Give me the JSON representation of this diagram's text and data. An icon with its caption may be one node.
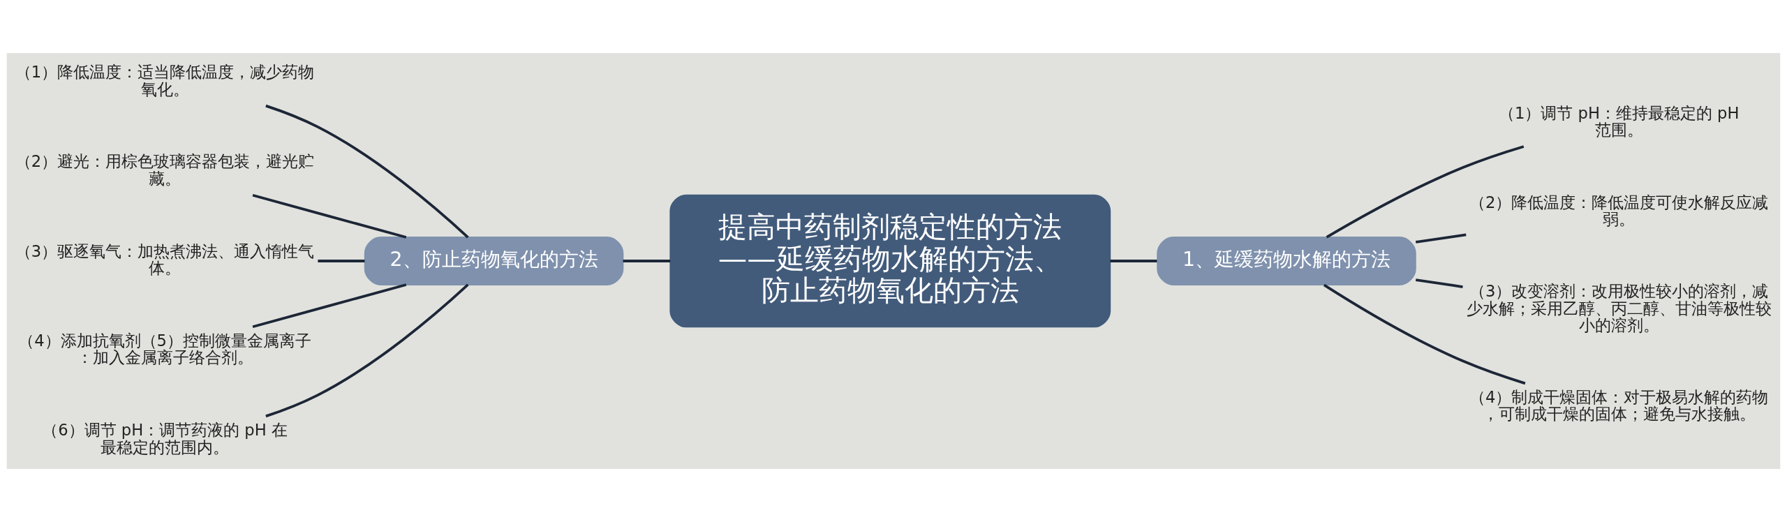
{
  "diagram": {
    "nodes": [
      {
        "text": [
          "提高中药制剂稳定性的方法——延缓药物水解的方法、防止药物氧化的方法"
        ]
      },
      {
        "text": [
          "1、延缓药物水解的方法"
        ]
      },
      {
        "text": [
          "（1）调节 pH：维持最稳定的 pH 范围。"
        ]
      },
      {
        "text": [
          "（2）降低温度：降低温度可使水解反应减弱。"
        ]
      },
      {
        "text": [
          "（3）改变溶剂：改用极性较小的溶剂，减少水解；采用乙醇、丙二醇、甘油等极性较小的溶剂。"
        ]
      },
      {
        "text": [
          "（4）制成干燥固体：对于极易水解的药物，可制成干燥的固体；避免与水接触。"
        ]
      },
      {
        "text": [
          "2、防止药物氧化的方法"
        ]
      },
      {
        "text": [
          "（1）降低温度：适当降低温度，减少药物氧化。"
        ]
      },
      {
        "text": [
          "（2）避光：用棕色玻璃容器包装，避光贮藏。"
        ]
      },
      {
        "text": [
          "（3）驱逐氧气：加热煮沸法、通入惰性气体。"
        ]
      },
      {
        "text": [
          "（4）添加抗氧剂（5）控制微量金属离子：加入金属离子络合剂。"
        ]
      },
      {
        "text": [
          "（6）调节 pH：调节药液的 pH 在最稳定的范围内。"
        ]
      }
    ],
    "edges": [
      {
        "from": 0,
        "to": 1,
        "arrow": "none"
      },
      {
        "from": 1,
        "to": 2,
        "arrow": "none"
      },
      {
        "from": 1,
        "to": 3,
        "arrow": "none"
      },
      {
        "from": 1,
        "to": 4,
        "arrow": "none"
      },
      {
        "from": 1,
        "to": 5,
        "arrow": "none"
      },
      {
        "from": 0,
        "to": 6,
        "arrow": "none"
      },
      {
        "from": 6,
        "to": 7,
        "arrow": "none"
      },
      {
        "from": 6,
        "to": 8,
        "arrow": "none"
      },
      {
        "from": 6,
        "to": 9,
        "arrow": "none"
      },
      {
        "from": 6,
        "to": 10,
        "arrow": "none"
      },
      {
        "from": 6,
        "to": 11,
        "arrow": "none"
      }
    ]
  }
}
